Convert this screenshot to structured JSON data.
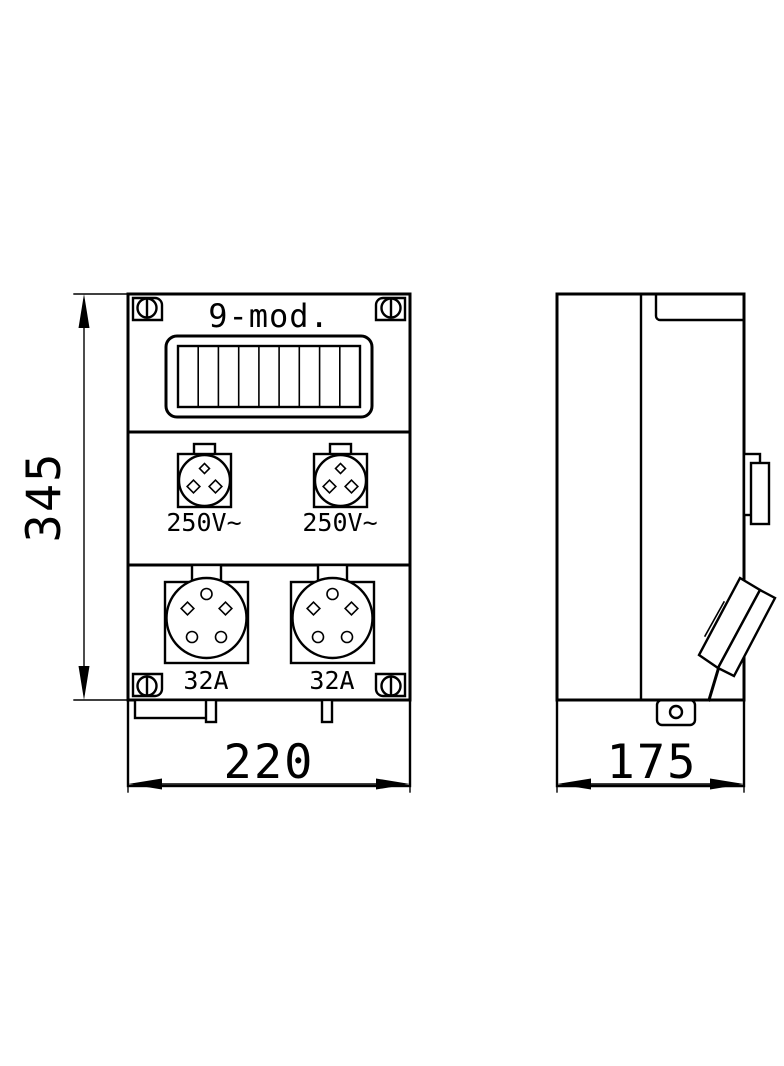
{
  "drawing": {
    "title": "Distribution box technical drawing",
    "type": "orthographic-projection",
    "views": [
      {
        "name": "front-view",
        "label": "front"
      },
      {
        "name": "side-view",
        "label": "side"
      }
    ]
  },
  "dimensions": {
    "height": {
      "value": "345",
      "unit": "mm",
      "orientation": "vertical",
      "view": "front-view"
    },
    "width": {
      "value": "220",
      "unit": "mm",
      "orientation": "horizontal",
      "view": "front-view"
    },
    "depth": {
      "value": "175",
      "unit": "mm",
      "orientation": "horizontal",
      "view": "side-view"
    }
  },
  "front": {
    "module_label": "9-mod.",
    "module_slots": 9,
    "sockets_row1": [
      {
        "label": "250V~",
        "rating": "250V~",
        "pins": 3
      },
      {
        "label": "250V~",
        "rating": "250V~",
        "pins": 3
      }
    ],
    "sockets_row2": [
      {
        "label": "32A",
        "rating": "32A",
        "pins": 5
      },
      {
        "label": "32A",
        "rating": "32A",
        "pins": 5
      }
    ],
    "corner_screws": 4
  },
  "colors": {
    "line": "#000000",
    "background": "#ffffff"
  }
}
